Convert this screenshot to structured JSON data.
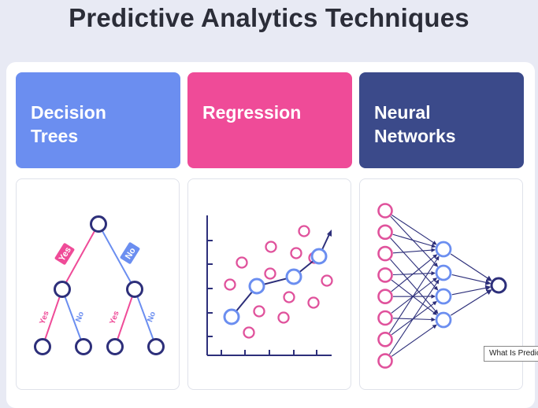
{
  "title": "Predictive Analytics Techniques",
  "techniques": [
    {
      "label": "Decision Trees",
      "color": "#6b8ef0"
    },
    {
      "label": "Regression",
      "color": "#ef4b98"
    },
    {
      "label": "Neural Networks",
      "color": "#3b4a8a"
    }
  ],
  "tree": {
    "yes_label": "Yes",
    "no_label": "No",
    "node_color": "#2d2f7a",
    "yes_color": "#ef4b98",
    "no_color": "#6b8ef0"
  },
  "scatter": {
    "axis_color": "#2d2f7a",
    "point_color": "#e0529c",
    "trend_color": "#6b8ef0"
  },
  "network": {
    "input_count": 8,
    "hidden_count": 4,
    "output_count": 1,
    "input_color": "#e0529c",
    "hidden_color": "#6b8ef0",
    "output_color": "#2d2f7a"
  },
  "tooltip": "What Is Predictive Analytics"
}
